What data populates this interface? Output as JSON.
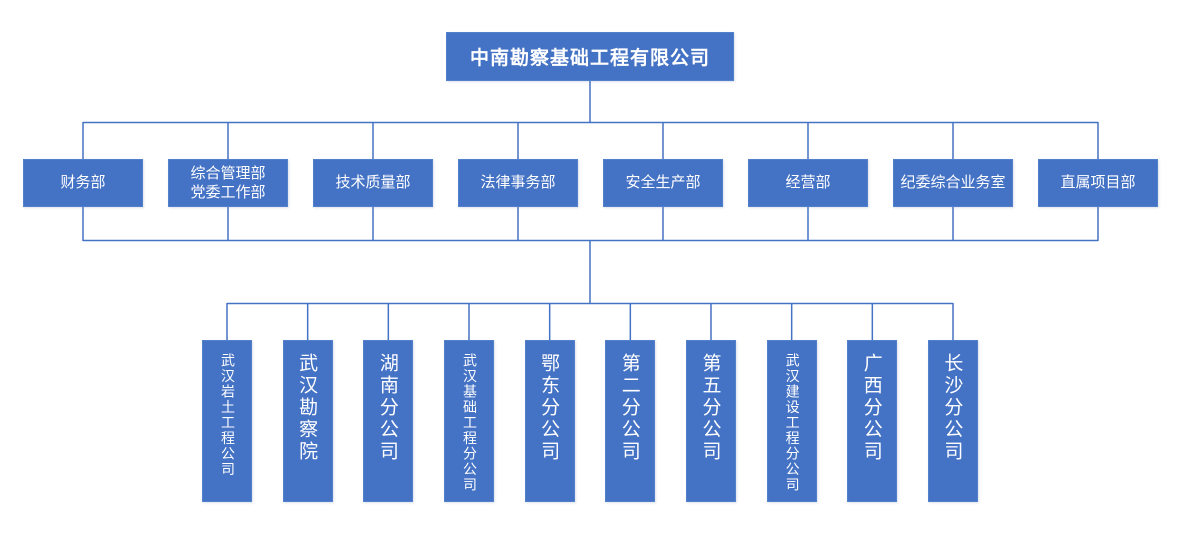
{
  "org_chart": {
    "root": {
      "label": "中南勘察基础工程有限公司"
    },
    "departments": [
      {
        "label": "财务部"
      },
      {
        "label": "综合管理部\n党委工作部"
      },
      {
        "label": "技术质量部"
      },
      {
        "label": "法律事务部"
      },
      {
        "label": "安全生产部"
      },
      {
        "label": "经营部"
      },
      {
        "label": "纪委综合业务室"
      },
      {
        "label": "直属项目部"
      }
    ],
    "subsidiaries": [
      {
        "label": "武汉岩土工程公司"
      },
      {
        "label": "武汉勘察院"
      },
      {
        "label": "湖南分公司"
      },
      {
        "label": "武汉基础工程分公司"
      },
      {
        "label": "鄂东分公司"
      },
      {
        "label": "第二分公司"
      },
      {
        "label": "第五分公司"
      },
      {
        "label": "武汉建设工程分公司"
      },
      {
        "label": "广西分公司"
      },
      {
        "label": "长沙分公司"
      }
    ],
    "colors": {
      "node_fill": "#4472C4",
      "node_border": "#5280CB",
      "connector": "#4472C4",
      "text": "#FFFFFF",
      "background": "#FFFFFF"
    }
  }
}
